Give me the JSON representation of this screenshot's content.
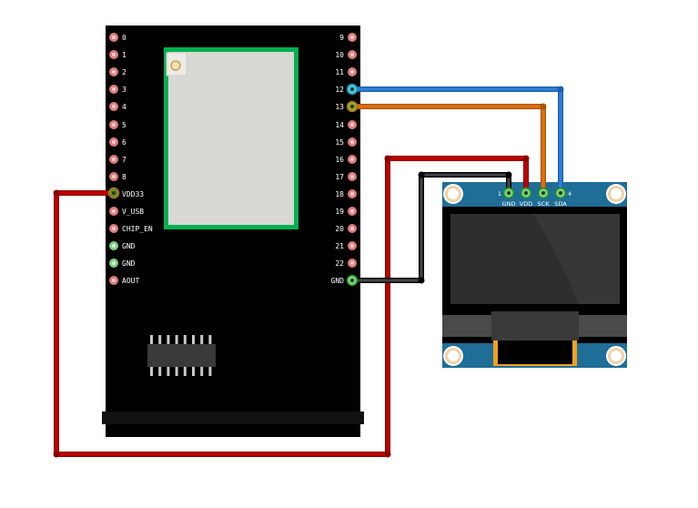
{
  "board": {
    "left_pins": [
      "0",
      "1",
      "2",
      "3",
      "4",
      "5",
      "6",
      "7",
      "8",
      "VDD33",
      "V_USB",
      "CHIP_EN",
      "GND",
      "GND",
      "AOUT"
    ],
    "right_pins": [
      "9",
      "10",
      "11",
      "12",
      "13",
      "14",
      "15",
      "16",
      "17",
      "18",
      "19",
      "20",
      "21",
      "22",
      "GND"
    ]
  },
  "oled": {
    "pins": [
      "GND",
      "VDD",
      "SCK",
      "SDA"
    ],
    "pin_first_number": "1",
    "pin_last_number": "4"
  },
  "wires": [
    {
      "from": "board.VDD33",
      "to": "oled.VDD",
      "color": "#c00000"
    },
    {
      "from": "board.GND",
      "to": "oled.GND",
      "color": "#222222"
    },
    {
      "from": "board.12",
      "to": "oled.SDA",
      "color": "#2f7fd6"
    },
    {
      "from": "board.13",
      "to": "oled.SCK",
      "color": "#e07010"
    }
  ],
  "colors": {
    "board": "#000000",
    "module_border": "#00b050",
    "module_fill": "#d8d8d4",
    "pin_default": "#e07a7a",
    "pin_gnd": "#7ed07e",
    "pcb_blue": "#1f6e97",
    "wire_red": "#c00000",
    "wire_black": "#222222",
    "wire_blue": "#2f7fd6",
    "wire_orange": "#e07010"
  }
}
